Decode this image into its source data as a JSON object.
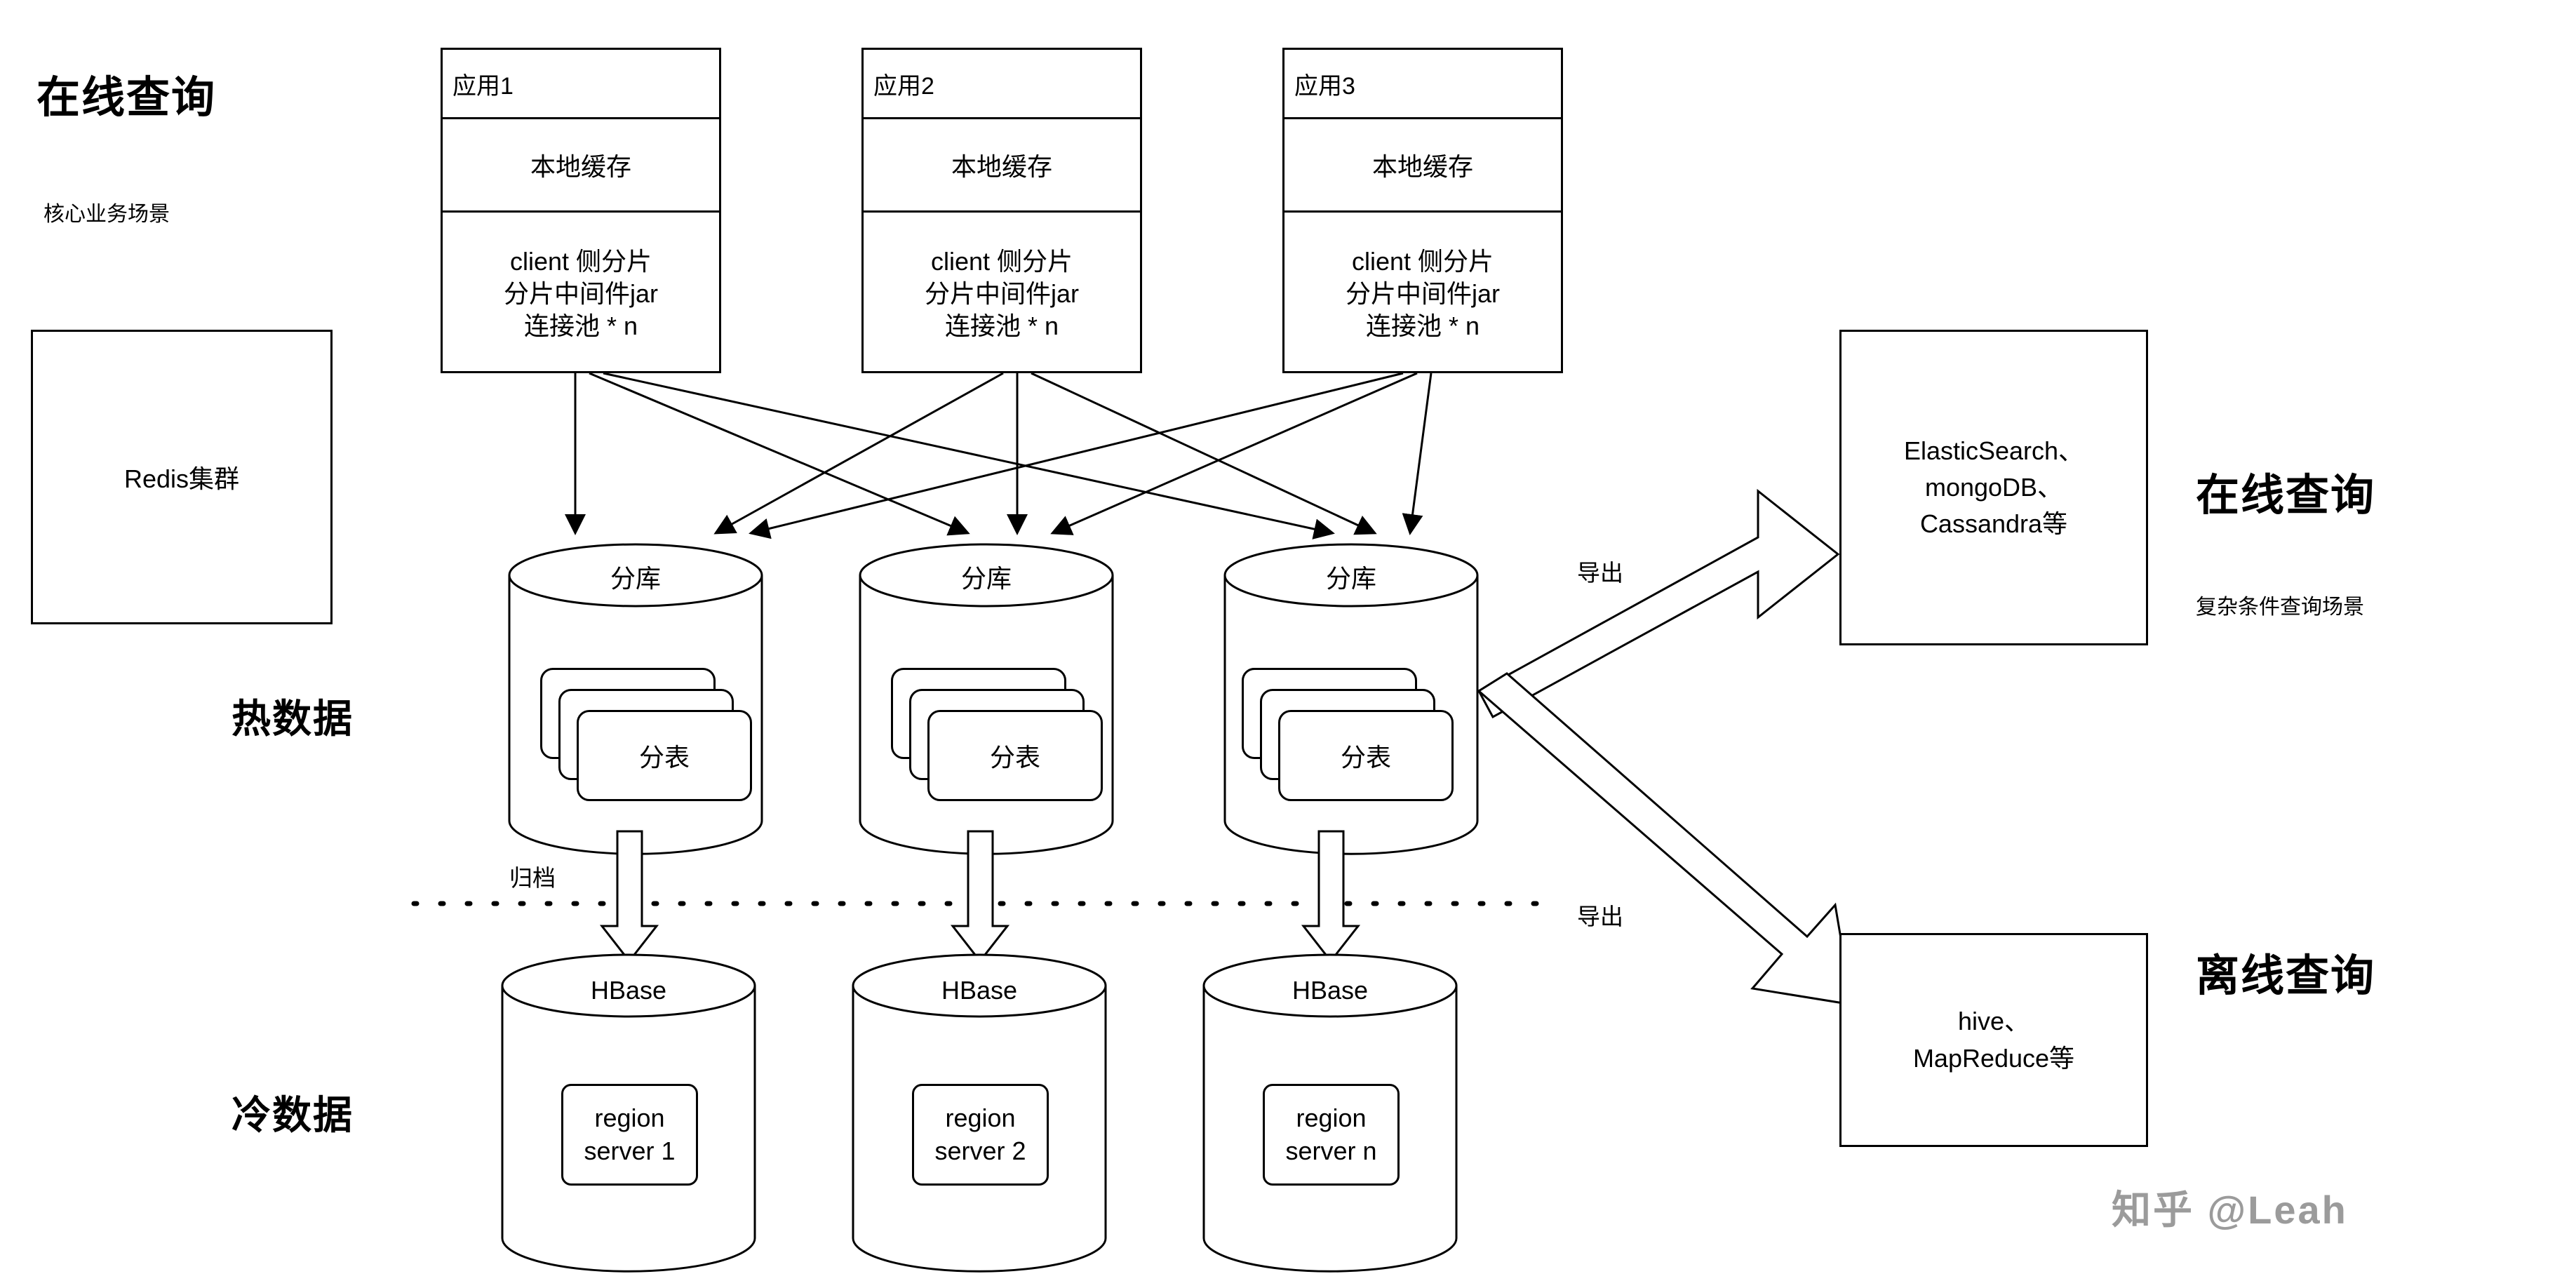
{
  "labels": {
    "online_query_left_title": "在线查询",
    "online_query_left_sub": "核心业务场景",
    "redis_cluster": "Redis集群",
    "hot_data": "热数据",
    "cold_data": "冷数据",
    "online_query_right_title": "在线查询",
    "online_query_right_sub": "复杂条件查询场景",
    "offline_query_title": "离线查询",
    "archive": "归档",
    "export_top": "导出",
    "export_bottom": "导出",
    "watermark": "知乎 @Leah"
  },
  "apps": [
    {
      "name": "应用1",
      "cache": "本地缓存",
      "details": [
        "client 侧分片",
        "分片中间件jar",
        "连接池 * n"
      ]
    },
    {
      "name": "应用2",
      "cache": "本地缓存",
      "details": [
        "client 侧分片",
        "分片中间件jar",
        "连接池 * n"
      ]
    },
    {
      "name": "应用3",
      "cache": "本地缓存",
      "details": [
        "client 侧分片",
        "分片中间件jar",
        "连接池 * n"
      ]
    }
  ],
  "shards": [
    {
      "db": "分库",
      "table": "分表"
    },
    {
      "db": "分库",
      "table": "分表"
    },
    {
      "db": "分库",
      "table": "分表"
    }
  ],
  "hbases": [
    {
      "name": "HBase",
      "region": [
        "region",
        "server 1"
      ]
    },
    {
      "name": "HBase",
      "region": [
        "region",
        "server 2"
      ]
    },
    {
      "name": "HBase",
      "region": [
        "region",
        "server n"
      ]
    }
  ],
  "stores": {
    "online": [
      "ElasticSearch、",
      "mongoDB、",
      "Cassandra等"
    ],
    "offline": [
      "hive、",
      "MapReduce等"
    ]
  },
  "colors": {
    "stroke": "#000000",
    "background": "#ffffff",
    "watermark": "#9b9b9b"
  }
}
